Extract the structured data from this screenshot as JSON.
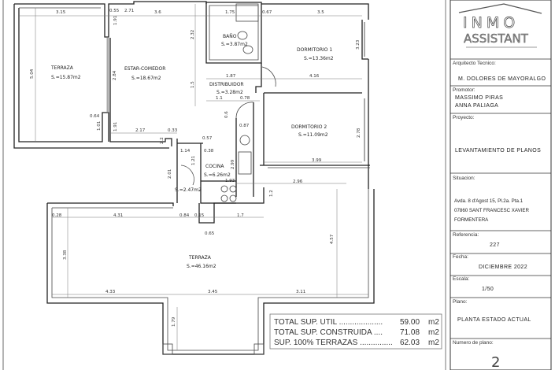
{
  "title_block": {
    "logo_top": "INMO",
    "logo_bottom": "ASSISTANT",
    "architect_label": "Arquitecto Tecnico:",
    "architect": "M. DOLORES DE MAYORALGO",
    "promoter_label": "Promotor:",
    "promoters": [
      "MASSIMO PIRAS",
      "ANNA PALIAGA"
    ],
    "project_label": "Proyecto:",
    "project": "LEVANTAMIENTO DE PLANOS",
    "location_label": "Situacion:",
    "location": [
      "Avda. 8 d'Agost 15, Pl.2a. Pta.1",
      "07860 SANT FRANCESC XAVIER",
      "FORMENTERA"
    ],
    "reference_label": "Referencia:",
    "reference": "227",
    "date_label": "Fecha:",
    "date": "DICIEMBRE 2022",
    "scale_label": "Escala:",
    "scale": "1/50",
    "plan_label": "Plano:",
    "plan": "PLANTA ESTADO ACTUAL",
    "plan_number_label": "Numero de plano:",
    "plan_number": "2"
  },
  "rooms": [
    {
      "name": "TERRAZA",
      "area": "S.=15.87m2"
    },
    {
      "name": "ESTAR-COMEDOR",
      "area": "S.=18.67m2"
    },
    {
      "name": "BAÑO",
      "area": "S.=3.87m2"
    },
    {
      "name": "DORMITORIO 1",
      "area": "S.=13.36m2"
    },
    {
      "name": "DISTRIBUIDOR",
      "area": "S.=3.28m2"
    },
    {
      "name": "DORMITORIO 2",
      "area": "S.=11.09m2"
    },
    {
      "name": "",
      "area": "S.=2.47m2"
    },
    {
      "name": "COCINA",
      "area": "S.=6.26m2"
    },
    {
      "name": "TERRAZA",
      "area": "S.=46.16m2"
    }
  ],
  "dimensions": [
    "3.15",
    "0.55",
    "2.71",
    "3.6",
    "5.04",
    "2.84",
    "1.91",
    "1.91",
    "0.64",
    "1.01",
    "2.17",
    "0.33",
    "2.32",
    "1.5",
    "1.75",
    "0.67",
    "3.5",
    "3.23",
    "1.87",
    "4.16",
    "1.1",
    "0.78",
    "0.6",
    "0.87",
    "2.78",
    "0.57",
    "0.38",
    "1.14",
    "1.21",
    "2.01",
    "2.99",
    "1.93",
    "3.99",
    "2.96",
    "1.2",
    "0.28",
    "4.31",
    "0.84",
    "0.15",
    "1.7",
    "0.65",
    "4.57",
    "3.38",
    "4.33",
    "3.45",
    "3.11",
    "1.79",
    "2.2"
  ],
  "summary": [
    {
      "label": "TOTAL SUP. UTIL ....................",
      "value": "59.00",
      "unit": "m2"
    },
    {
      "label": "TOTAL SUP. CONSTRUIDA ....",
      "value": "71.08",
      "unit": "m2"
    },
    {
      "label": "SUP. 100% TERRAZAS ...............",
      "value": "62.03",
      "unit": "m2"
    }
  ]
}
